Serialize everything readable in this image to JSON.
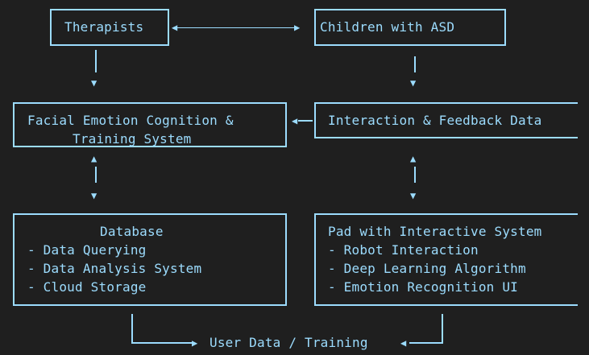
{
  "colors": {
    "background": "#1f1f1f",
    "stroke": "#9cdcfe"
  },
  "nodes": {
    "therapists": {
      "label": "Therapists"
    },
    "children": {
      "label": "Children with ASD"
    },
    "facial_system": {
      "line1": "Facial Emotion Cognition &",
      "line2": "Training System"
    },
    "interaction_data": {
      "label": "Interaction & Feedback Data"
    },
    "database": {
      "title": "Database",
      "items": [
        "- Data Querying",
        "- Data Analysis System",
        "- Cloud Storage"
      ]
    },
    "pad_system": {
      "title": "Pad with Interactive System",
      "items": [
        "- Robot Interaction",
        "- Deep Learning Algorithm",
        "- Emotion Recognition UI"
      ]
    },
    "user_data": {
      "label": "User Data / Training"
    }
  }
}
